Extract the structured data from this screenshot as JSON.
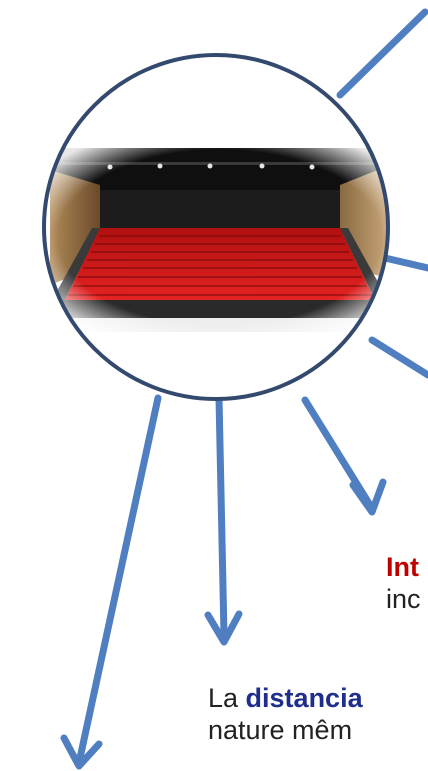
{
  "diagram": {
    "label_int": "Int",
    "label_inc": "inc",
    "label_la": "La ",
    "label_distancia": "distancia",
    "label_nature": "nature mêm"
  },
  "colors": {
    "arrow": "#4f7fc1",
    "circle_border": "#34496e",
    "red_text": "#c00000",
    "blue_text": "#1f2e8c",
    "seat_red": "#d81a1a"
  }
}
